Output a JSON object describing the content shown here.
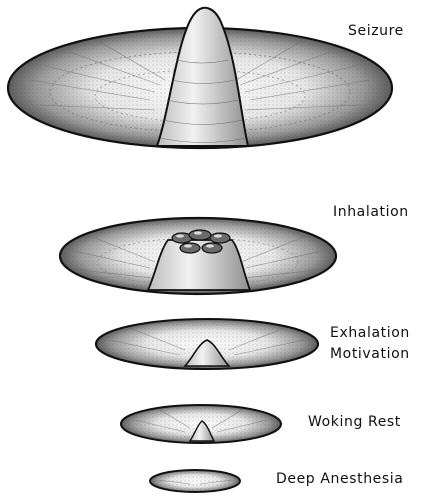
{
  "labels": {
    "seizure": "Seizure",
    "inhalation": "Inhalation",
    "exhalation": "Exhalation",
    "motivation": "Motivation",
    "waking_rest": "Woking Rest",
    "deep_anesthesia": "Deep Anesthesia"
  },
  "colors": {
    "ink": "#111111",
    "shading": "#555555",
    "background": "#ffffff"
  }
}
